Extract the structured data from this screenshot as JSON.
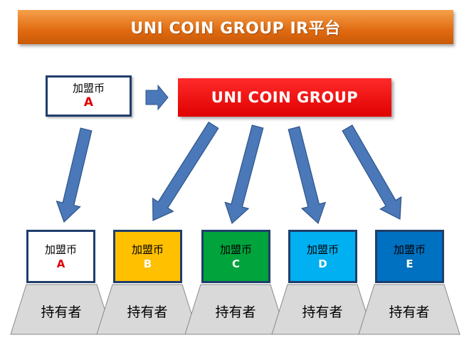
{
  "banner": {
    "title": "UNI COIN GROUP  IR平台"
  },
  "source_token": {
    "label": "加盟币",
    "letter": "A"
  },
  "group_box": {
    "label": "UNI COIN GROUP"
  },
  "tokens": [
    {
      "label": "加盟币",
      "letter": "A",
      "color": "#ffffff"
    },
    {
      "label": "加盟币",
      "letter": "B",
      "color": "#ffc000"
    },
    {
      "label": "加盟币",
      "letter": "C",
      "color": "#00a33c"
    },
    {
      "label": "加盟币",
      "letter": "D",
      "color": "#00b0f0"
    },
    {
      "label": "加盟币",
      "letter": "E",
      "color": "#0070c0"
    }
  ],
  "holders": [
    {
      "label": "持有者"
    },
    {
      "label": "持有者"
    },
    {
      "label": "持有者"
    },
    {
      "label": "持有者"
    },
    {
      "label": "持有者"
    }
  ],
  "colors": {
    "arrow": "#4a78b8",
    "arrow_stroke": "#2f558a",
    "holder_fill": "#d9d9d9",
    "border": "#1f3e6b"
  }
}
